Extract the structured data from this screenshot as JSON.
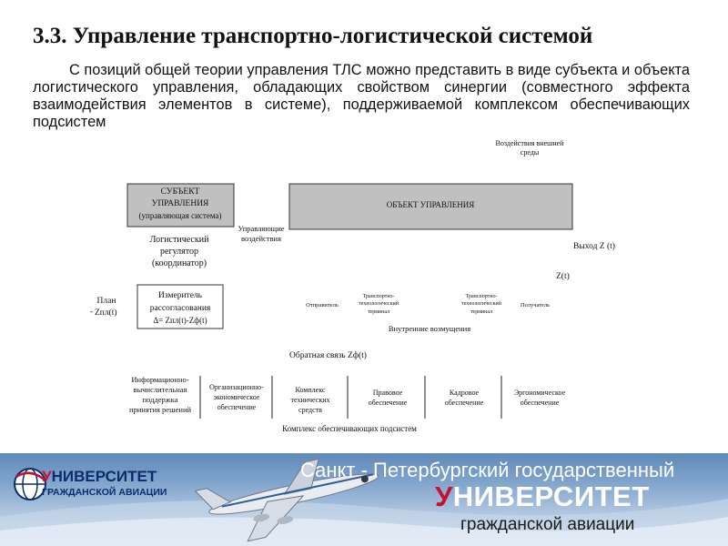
{
  "slide": {
    "title": "3.3. Управление транспортно-логистической системой",
    "intro": "С позиций общей теории управления ТЛС можно представить в виде субъекта и объекта логистического управления, обладающих свойством синергии (совместного эффекта взаимодействия элементов в системе), поддерживаемой комплексом обеспечивающих подсистем"
  },
  "diagram": {
    "external_line1": "Воздействия внешней",
    "external_line2": "среды",
    "subject_line1": "СУБЪЕКТ",
    "subject_line2": "УПРАВЛЕНИЯ",
    "subject_line3": "(управляющая система)",
    "object_label": "ОБЪЕКТ УПРАВЛЕНИЯ",
    "control_line1": "Управляющие",
    "control_line2": "воздействия",
    "regulator_line1": "Логистический",
    "regulator_line2": "регулятор",
    "regulator_line3": "(координатор)",
    "output_label": "Выход  Z (t)",
    "zt_label": "Z(t)",
    "plan_line1": "План",
    "plan_line2": "Zпл(t)",
    "meter_line1": "Измеритель",
    "meter_line2": "рассогласования",
    "meter_line3": "Δ= Zпл(t)-Zф(t)",
    "sender": "Отправитель",
    "terminal1_line1": "Транспортно-",
    "terminal1_line2": "технологический",
    "terminal1_line3": "терминал",
    "terminal2_line1": "Транспортно-",
    "terminal2_line2": "технологический",
    "terminal2_line3": "терминал",
    "receiver": "Получатель",
    "internal": "Внутренние возмущения",
    "feedback": "Обратная связь  Zф(t)",
    "subsystems": [
      {
        "line1": "Информационно-",
        "line2": "вычислительная",
        "line3": "поддержка",
        "line4": "принятия решений"
      },
      {
        "line1": "Организационно-",
        "line2": "экономическое",
        "line3": "обеспечение",
        "line4": ""
      },
      {
        "line1": "Комплекс",
        "line2": "технических",
        "line3": "средств",
        "line4": ""
      },
      {
        "line1": "Правовое",
        "line2": "обеспечение",
        "line3": "",
        "line4": ""
      },
      {
        "line1": "Кадровое",
        "line2": "обеспечение",
        "line3": "",
        "line4": ""
      },
      {
        "line1": "Эргономическое",
        "line2": "обеспечение",
        "line3": "",
        "line4": ""
      }
    ],
    "complex": "Комплекс обеспечивающих подсистем"
  },
  "banner": {
    "line1": "Санкт - Петербургский государственный",
    "line2_first": "У",
    "line2_rest": "НИВЕРСИТЕТ",
    "line3": "гражданской авиации",
    "logo_line1_first": "У",
    "logo_line1_rest": "НИВЕРСИТЕТ",
    "logo_line2": "ГРАЖДАНСКОЙ АВИАЦИИ"
  },
  "colors": {
    "box_fill": "#c0c0c0",
    "box_stroke": "#333333",
    "banner_accent": "#c8102e",
    "logo_blue": "#0d2c6c"
  }
}
